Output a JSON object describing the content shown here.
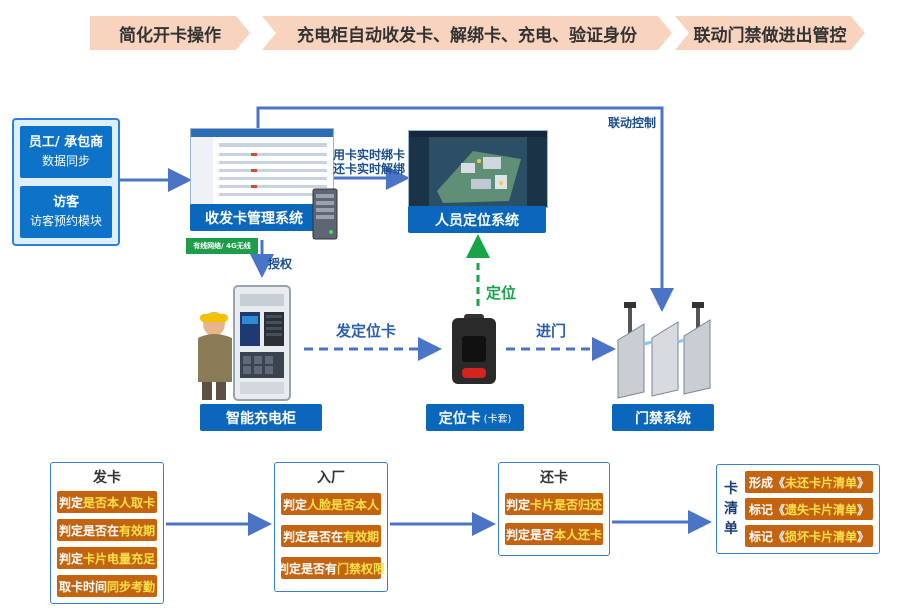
{
  "banner": [
    {
      "label": "简化开卡操作"
    },
    {
      "label": "充电柜自动收发卡、解绑卡、充电、验证身份"
    },
    {
      "label": "联动门禁做进出管控"
    }
  ],
  "left_panel": {
    "staff_title": "员工/ 承包商",
    "staff_sub": "数据同步",
    "visitor_title": "访客",
    "visitor_sub": "访客预约模块"
  },
  "system_labels": {
    "card_mgmt": "收发卡管理系统",
    "positioning": "人员定位系统",
    "cabinet": "智能充电柜",
    "card_main": "定位卡",
    "card_sub": "(卡套)",
    "gate": "门禁系统"
  },
  "arrow_texts": {
    "bind": "用卡实时绑卡",
    "unbind": "还卡实时解绑",
    "linkage": "联动控制",
    "network": "有线网络/ 4G无线",
    "authorize": "授权",
    "issue": "发定位卡",
    "locate": "定位",
    "enter": "进门"
  },
  "process": {
    "issue": {
      "title": "发卡",
      "rows": [
        {
          "pre": "判定",
          "hi": "是否本人取卡",
          "post": ""
        },
        {
          "pre": "判定是否在",
          "hi": "有效期",
          "post": ""
        },
        {
          "pre": "判定",
          "hi": "卡片电量充足",
          "post": ""
        },
        {
          "pre": "取卡时间",
          "hi": "同步考勤",
          "post": ""
        }
      ]
    },
    "entry": {
      "title": "入厂",
      "rows": [
        {
          "pre": "判定",
          "hi": "人脸是否本人",
          "post": ""
        },
        {
          "pre": "判定是否在",
          "hi": "有效期",
          "post": ""
        },
        {
          "pre": "判定是否有",
          "hi": "门禁权限",
          "post": ""
        }
      ]
    },
    "return": {
      "title": "还卡",
      "rows": [
        {
          "pre": "判定",
          "hi": "卡片是否归还",
          "post": ""
        },
        {
          "pre": "判定是否",
          "hi": "本人还卡",
          "post": ""
        }
      ]
    },
    "list": {
      "side": [
        "卡",
        "清",
        "单"
      ],
      "rows": [
        {
          "pre": "形成《",
          "hi": "未还卡片清单",
          "post": "》"
        },
        {
          "pre": "标记《",
          "hi": "遗失卡片清单",
          "post": "》"
        },
        {
          "pre": "标记《",
          "hi": "损坏卡片清单",
          "post": "》"
        }
      ]
    }
  },
  "colors": {
    "banner": "#f8d3bd",
    "blue_label": "#0b67bb",
    "arrow_blue": "#4a74c5",
    "arrow_green": "#18a346",
    "orange_row": "#c46410",
    "highlight_text": "#ffe14a"
  }
}
